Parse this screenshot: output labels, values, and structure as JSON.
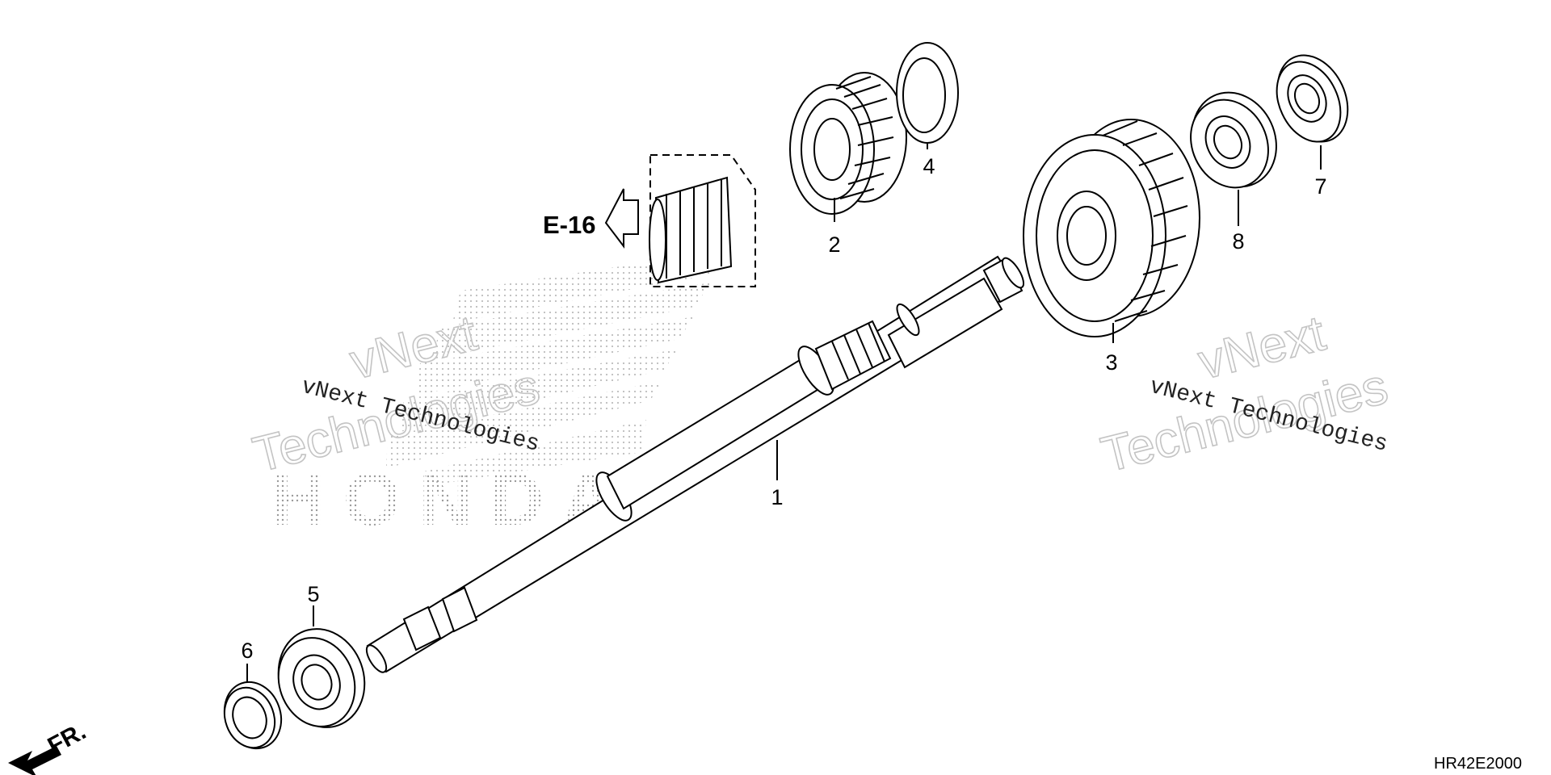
{
  "diagram": {
    "reference": {
      "label": "E-16"
    },
    "direction": {
      "label": "FR."
    },
    "drawing_code": "HR42E2000",
    "callouts": [
      "1",
      "2",
      "3",
      "4",
      "5",
      "6",
      "7",
      "8"
    ],
    "watermark": {
      "line1": "vNext",
      "line2": "Technologies",
      "caption": "vNext Technologies",
      "brand": "HONDA"
    },
    "icons": [
      "arrow-left-icon",
      "arrow-down-left-icon"
    ]
  }
}
